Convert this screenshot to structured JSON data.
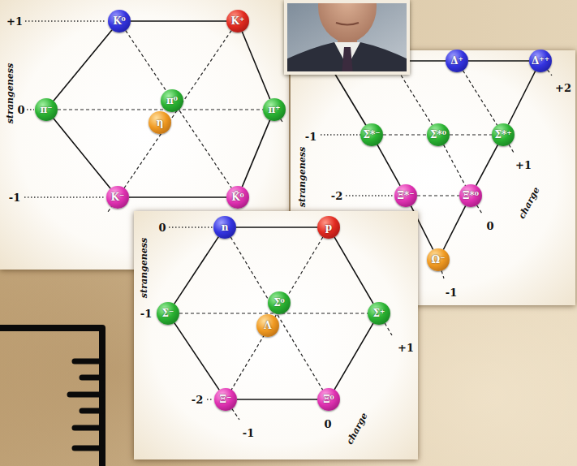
{
  "diagram": {
    "nodes": [
      {
        "text": [
          "+1",
          "0",
          "-1",
          "strangeness"
        ]
      },
      {
        "text": [
          "K⁰"
        ],
        "in": 0
      },
      {
        "text": [
          "K⁺"
        ],
        "in": 0
      },
      {
        "text": [
          "π⁻"
        ],
        "in": 0
      },
      {
        "text": [
          "π⁰"
        ],
        "in": 0
      },
      {
        "text": [
          "η"
        ],
        "in": 0
      },
      {
        "text": [
          "π⁺"
        ],
        "in": 0
      },
      {
        "text": [
          "K⁻"
        ],
        "in": 0
      },
      {
        "text": [
          "K̄⁰"
        ],
        "in": 0
      },
      {
        "text": [
          "+2",
          "-1",
          "+1",
          "-2",
          "0",
          "-1",
          "charge",
          "strangeness"
        ]
      },
      {
        "text": [
          "Δ⁺"
        ],
        "in": 9
      },
      {
        "text": [
          "Δ⁺⁺"
        ],
        "in": 9
      },
      {
        "text": [
          "Σ*⁻"
        ],
        "in": 9
      },
      {
        "text": [
          "Σ*⁰"
        ],
        "in": 9
      },
      {
        "text": [
          "Σ*⁺"
        ],
        "in": 9
      },
      {
        "text": [
          "Ξ*⁻"
        ],
        "in": 9
      },
      {
        "text": [
          "Ξ*⁰"
        ],
        "in": 9
      },
      {
        "text": [
          "Ω⁻"
        ],
        "in": 9
      },
      {
        "text": [
          "0",
          "strangeness",
          "-1",
          "+1",
          "-2",
          "0",
          "charge",
          "-1"
        ]
      },
      {
        "text": [
          "n"
        ],
        "in": 18
      },
      {
        "text": [
          "p"
        ],
        "in": 18
      },
      {
        "text": [
          "Σ⁻"
        ],
        "in": 18
      },
      {
        "text": [
          "Σ⁰"
        ],
        "in": 18
      },
      {
        "text": [
          "Λ"
        ],
        "in": 18
      },
      {
        "text": [
          "Σ⁺"
        ],
        "in": 18
      },
      {
        "text": [
          "Ξ⁻"
        ],
        "in": 18
      },
      {
        "text": [
          "Ξ⁰"
        ],
        "in": 18
      }
    ],
    "edges": [
      {
        "from": 1,
        "to": 2,
        "arrow": "none"
      },
      {
        "from": 2,
        "to": 6,
        "arrow": "none"
      },
      {
        "from": 6,
        "to": 8,
        "arrow": "none"
      },
      {
        "from": 8,
        "to": 7,
        "arrow": "none"
      },
      {
        "from": 7,
        "to": 3,
        "arrow": "none"
      },
      {
        "from": 3,
        "to": 1,
        "arrow": "none"
      },
      {
        "from": 10,
        "to": 11,
        "arrow": "none"
      },
      {
        "from": 11,
        "to": 14,
        "arrow": "none"
      },
      {
        "from": 14,
        "to": 16,
        "arrow": "none"
      },
      {
        "from": 16,
        "to": 17,
        "arrow": "none"
      },
      {
        "from": 17,
        "to": 15,
        "arrow": "none"
      },
      {
        "from": 15,
        "to": 12,
        "arrow": "none"
      },
      {
        "from": 12,
        "to": 13,
        "arrow": "none"
      },
      {
        "from": 13,
        "to": 14,
        "arrow": "none"
      },
      {
        "from": 15,
        "to": 16,
        "arrow": "none"
      },
      {
        "from": 19,
        "to": 20,
        "arrow": "none"
      },
      {
        "from": 20,
        "to": 24,
        "arrow": "none"
      },
      {
        "from": 24,
        "to": 26,
        "arrow": "none"
      },
      {
        "from": 26,
        "to": 25,
        "arrow": "none"
      },
      {
        "from": 25,
        "to": 21,
        "arrow": "none"
      },
      {
        "from": 21,
        "to": 19,
        "arrow": "none"
      }
    ]
  }
}
